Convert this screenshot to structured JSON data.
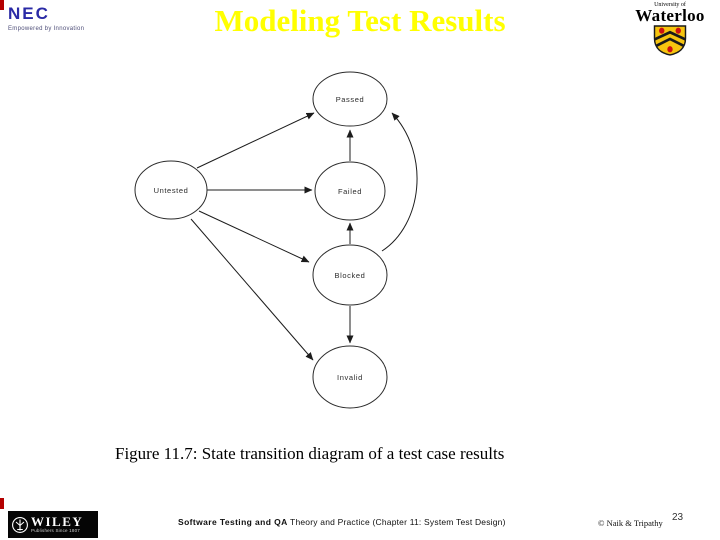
{
  "slide": {
    "title": "Modeling Test Results",
    "caption": "Figure 11.7: State transition diagram of a test case results",
    "page_number": "23"
  },
  "branding": {
    "nec": {
      "logo_text": "NEC",
      "tagline": "Empowered by Innovation"
    },
    "waterloo": {
      "line1": "University of",
      "line2": "Waterloo"
    },
    "wiley": {
      "logo_text": "WILEY",
      "subtext": "Publishers Since 1807"
    }
  },
  "footer": {
    "series_bold": "Software Testing and QA",
    "series_rest": " Theory and Practice (Chapter 11: System Test Design)",
    "copyright": "© Naik & Tripathy"
  },
  "diagram": {
    "type": "state-transition",
    "nodes": {
      "passed": {
        "label": "Passed"
      },
      "untested": {
        "label": "Untested"
      },
      "failed": {
        "label": "Failed"
      },
      "blocked": {
        "label": "Blocked"
      },
      "invalid": {
        "label": "Invalid"
      }
    },
    "transitions": [
      {
        "from": "Untested",
        "to": "Passed"
      },
      {
        "from": "Untested",
        "to": "Failed"
      },
      {
        "from": "Untested",
        "to": "Blocked"
      },
      {
        "from": "Untested",
        "to": "Invalid"
      },
      {
        "from": "Failed",
        "to": "Passed"
      },
      {
        "from": "Blocked",
        "to": "Failed"
      },
      {
        "from": "Blocked",
        "to": "Invalid"
      },
      {
        "from": "Blocked",
        "to": "Passed"
      }
    ]
  },
  "colors": {
    "title_yellow": "#ffff00",
    "nec_blue": "#2a2aa6",
    "accent_red": "#b40000",
    "shield_gold": "#f6c40f",
    "shield_red": "#cc1111",
    "line_black": "#1c1c1c"
  }
}
